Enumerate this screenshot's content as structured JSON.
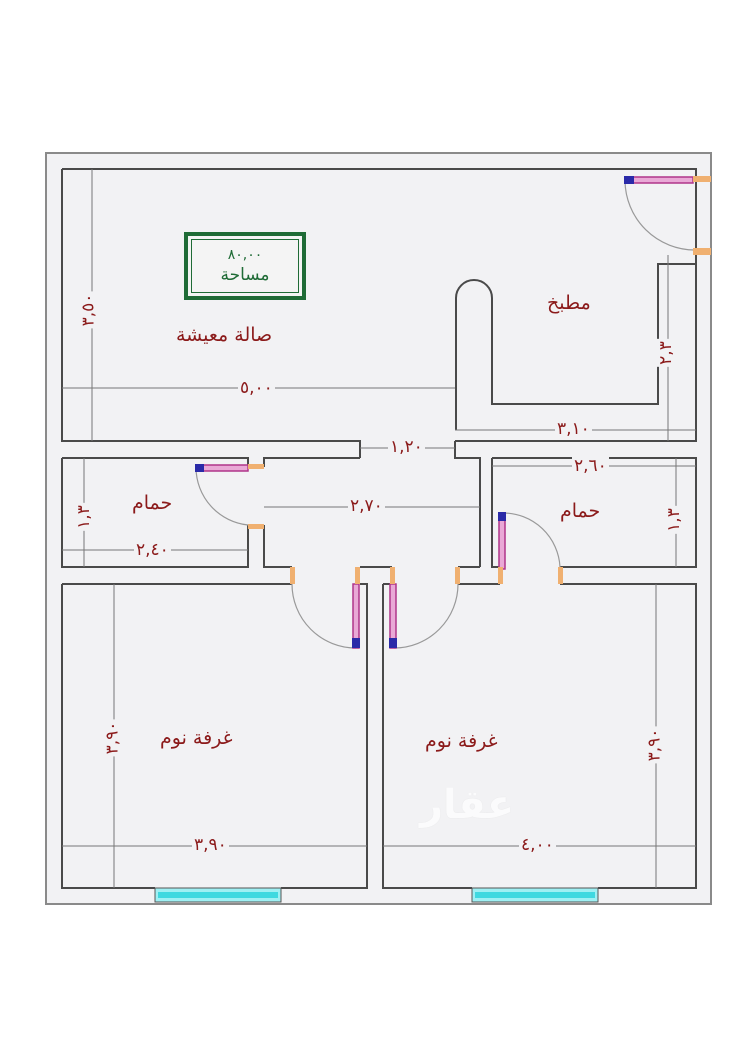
{
  "plan": {
    "area": {
      "value": "٨٠,٠٠",
      "label": "مساحة"
    },
    "rooms": [
      {
        "id": "living",
        "label": "صالة معيشة",
        "width": "٥,٠٠",
        "height": "٣,٥٠"
      },
      {
        "id": "kitchen",
        "label": "مطبخ",
        "width": "٣,١٠",
        "height": "٢,٣"
      },
      {
        "id": "corridor",
        "label": "",
        "width": "٢,٧٠",
        "opening": "١,٢٠"
      },
      {
        "id": "bath-left",
        "label": "حمام",
        "width": "٢,٤٠",
        "height": "١,٣"
      },
      {
        "id": "bath-right",
        "label": "حمام",
        "width": "٢,٦٠",
        "height": "١,٣"
      },
      {
        "id": "bedroom-left",
        "label": "غرفة نوم",
        "width": "٣,٩٠",
        "height": "٣,٩٠"
      },
      {
        "id": "bedroom-right",
        "label": "غرفة نوم",
        "width": "٤,٠٠",
        "height": "٣,٩٠"
      }
    ],
    "watermark": "عقار",
    "colors": {
      "wall": "#4a4a4a",
      "floor": "#f2f2f4",
      "label": "#8b1a1a",
      "area_box": "#1f6b36",
      "window": "#3fd9e0",
      "door_leaf": "#b0358a",
      "door_hinge": "#2a2aa8",
      "door_jamb": "#f0b070"
    }
  }
}
